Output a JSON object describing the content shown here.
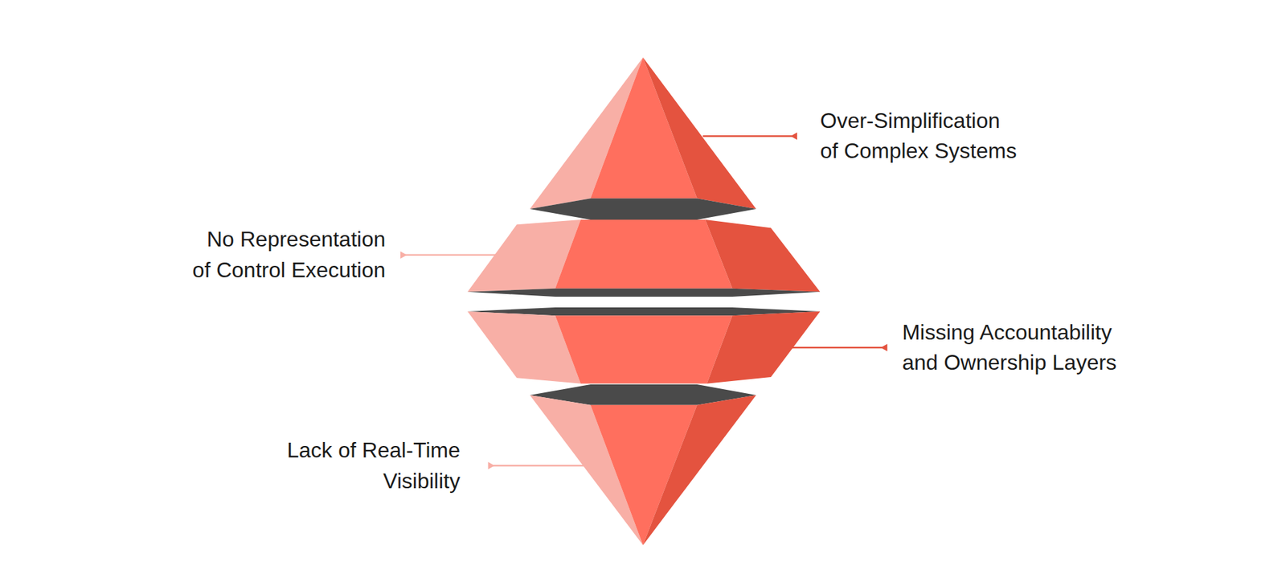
{
  "diagram": {
    "labels": [
      "Over-Simplification of Complex Systems",
      "No Representation of Control Execution",
      "Missing Accountability and Ownership Layers",
      "Lack of Real-Time Visibility"
    ]
  }
}
